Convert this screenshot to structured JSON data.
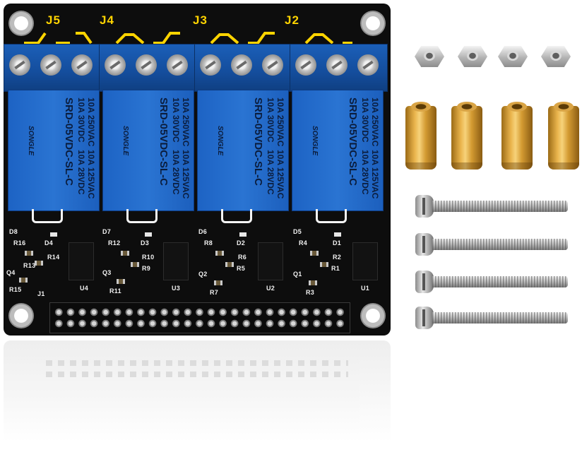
{
  "scene": {
    "description_colors": {
      "pcb": "#0d0d0d",
      "relay_blue": "#2a74d2",
      "silkscreen": "#ffd400",
      "brass": "#e9b44c"
    }
  },
  "board": {
    "channel_labels": [
      "J5",
      "J4",
      "J3",
      "J2"
    ],
    "relay_lines": [
      "10A 250VAC",
      "10A 30VDC",
      "10A 125VAC",
      "10A 28VDC",
      "SRD-05VDC-SL-C"
    ],
    "relay_brand": "SONGLE",
    "ic_labels": [
      "U4",
      "U3",
      "U2",
      "U1"
    ],
    "diode_labels": [
      "D8",
      "D7",
      "D6",
      "D5"
    ],
    "led_labels": [
      "D4",
      "D3",
      "D2",
      "D1"
    ],
    "resistor_top": [
      "R16",
      "R12",
      "R8",
      "R4"
    ],
    "resistor_mid": [
      "R14",
      "R10",
      "R6",
      "R2"
    ],
    "resistor_low": [
      "R13",
      "R9",
      "R5",
      "R1"
    ],
    "resistor_bottom": [
      "R15",
      "R11",
      "R7",
      "R3"
    ],
    "transistor_labels": [
      "Q4",
      "Q3",
      "Q2",
      "Q1"
    ],
    "header_label": "J1"
  },
  "hardware": {
    "nuts": 4,
    "standoffs": 4,
    "screws": 4
  }
}
